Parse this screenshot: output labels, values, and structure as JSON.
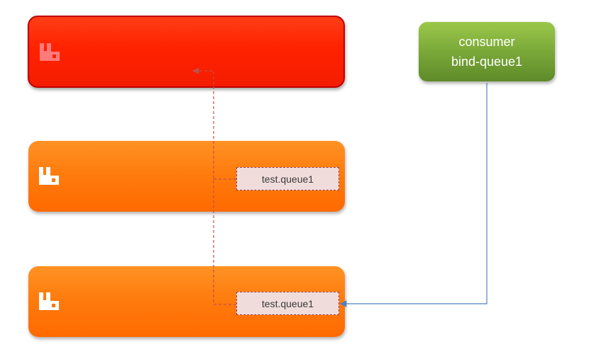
{
  "icons": {
    "broker_logo": "rabbitmq-logo-icon"
  },
  "colors": {
    "primary_node": "#ff2200",
    "replica_node": "#ff7a0c",
    "consumer": "#7aa838",
    "queue_box": "#f1dcdc",
    "link_dashed": "#c0504d",
    "link_solid": "#4f81bd"
  },
  "nodes": [
    {
      "id": "node-top",
      "queue": null
    },
    {
      "id": "node-mid",
      "queue": "test.queue1"
    },
    {
      "id": "node-bot",
      "queue": "test.queue1"
    }
  ],
  "consumer": {
    "line1": "consumer",
    "line2": "bind-queue1"
  }
}
